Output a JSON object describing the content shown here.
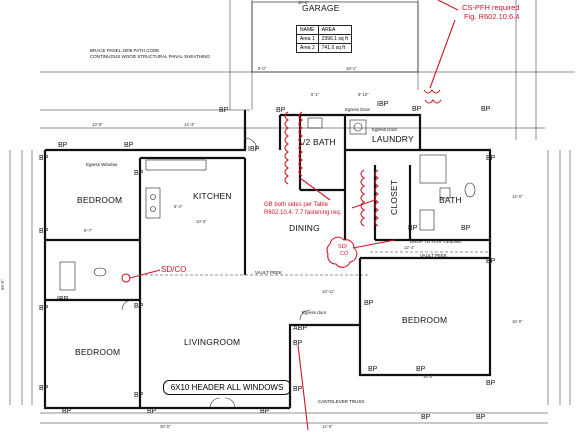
{
  "rooms": {
    "garage": "GARAGE",
    "bath_half": "1/2 BATH",
    "laundry": "LAUNDRY",
    "kitchen": "KITCHEN",
    "bedroom_nw": "BEDROOM",
    "closet": "CLOSET",
    "bath": "BATH",
    "dining": "DINING",
    "bedroom_se": "BEDROOM",
    "bedroom_sw": "BEDROOM",
    "livingroom": "LIVINGROOM"
  },
  "area_table": {
    "header": [
      "NAME",
      "AREA"
    ],
    "rows": [
      [
        "Area 1",
        "2396.1 sq ft"
      ],
      [
        "Area 2",
        "741.0 sq ft"
      ]
    ]
  },
  "notes": {
    "brace_panel_1": "BRACE PANEL 2006 PATH CODE",
    "brace_panel_2": "CONTINUOUS WOOD STRUCTURAL PANAL SHEATHING",
    "egress_door_1": "Egress Door",
    "egress_door_2": "Egress Door",
    "egress_window": "Egress Window",
    "drop_ceiling": "DROP TO FLAT CEILING",
    "vault_peek_1": "VAULT PEEK",
    "vault_peek_2": "VAULT PEEK",
    "egress_door_3": "Egress door",
    "canteliver": "CANTELEVER TRUSS",
    "header_windows": "6X10 HEADER ALL WINDOWS"
  },
  "redlines": {
    "cs_pfh_1": "CS-PFH required",
    "cs_pfh_2": "Fig. R602.10.6.4",
    "gb_1": "GB both sides per Table",
    "gb_2": "R602.10.4. 7.7 fastening req.",
    "sdco_1": "SD/CO",
    "sdco_2_a": "SD/",
    "sdco_2_b": "CO"
  },
  "tags": {
    "bp": "BP",
    "ibp": "IBP",
    "abp": "ABP"
  },
  "dims": {
    "top_30": "30'-0\"",
    "d_13_8": "13'-8\"",
    "d_14_3": "14'-3\"",
    "d_8_0": "8'-0\"",
    "d_19_1": "19'-1\"",
    "d_5_1": "5'-1\"",
    "d_9_10": "9'-10\"",
    "d_8_4": "8'-4\"",
    "d_10_3": "10'-3\"",
    "d_9_7": "9'-7\"",
    "d_10_11": "10'-11\"",
    "d_12_4": "12'-4\"",
    "d_14_0": "14'-0\"",
    "d_16_0": "16'-0\"",
    "d_18_0": "18'-0\"",
    "d_30_0_b": "30'-0\"",
    "d_12_0": "12'-0\"",
    "d_66_0": "66'-0\""
  },
  "colors": {
    "line": "#111111",
    "redline": "#d2162a"
  }
}
